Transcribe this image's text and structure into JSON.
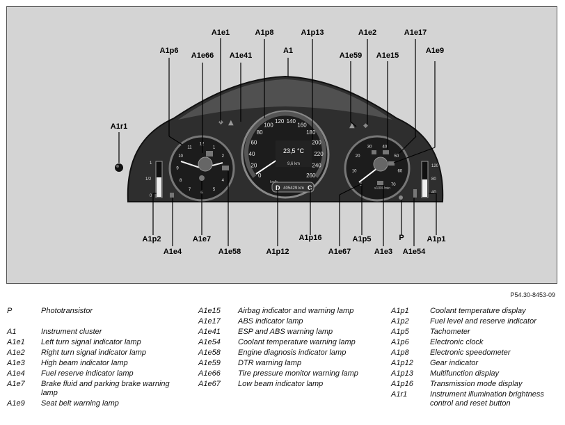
{
  "callouts": {
    "A1e1": "A1e1",
    "A1p8": "A1p8",
    "A1p13": "A1p13",
    "A1e2": "A1e2",
    "A1e17": "A1e17",
    "A1p6": "A1p6",
    "A1e66": "A1e66",
    "A1e41": "A1e41",
    "A1": "A1",
    "A1e59": "A1e59",
    "A1e15": "A1e15",
    "A1e9": "A1e9",
    "A1r1": "A1r1",
    "A1p2": "A1p2",
    "A1e7": "A1e7",
    "A1p16": "A1p16",
    "A1p5": "A1p5",
    "P": "P",
    "A1p1": "A1p1",
    "A1e4": "A1e4",
    "A1e58": "A1e58",
    "A1p12": "A1p12",
    "A1e67": "A1e67",
    "A1e3": "A1e3",
    "A1e54": "A1e54"
  },
  "cluster": {
    "temperature": "23,5 °C",
    "range": "9,6 km",
    "odometer": "405429 km",
    "gear_left": "D",
    "gear_right": "C",
    "speedometer_unit": "km/h",
    "tachometer_unit": "x1000/min",
    "speed_ticks": [
      "0",
      "20",
      "40",
      "60",
      "80",
      "100",
      "120",
      "140",
      "160",
      "180",
      "200",
      "220",
      "240",
      "260"
    ],
    "tach_ticks": [
      "0",
      "10",
      "20",
      "30",
      "40",
      "50",
      "60",
      "70"
    ],
    "clock_numbers": [
      "12",
      "1",
      "2",
      "3",
      "4",
      "5",
      "6",
      "7",
      "8",
      "9",
      "10",
      "11"
    ],
    "fuel_labels": [
      "1",
      "1/2",
      "0"
    ],
    "coolant_labels": [
      "120",
      "80",
      "40"
    ]
  },
  "ref_code": "P54.30-8453-09",
  "legend": {
    "col1": [
      {
        "code": "P",
        "desc": "Phototransistor",
        "gap": true
      },
      {
        "code": "A1",
        "desc": "Instrument cluster"
      },
      {
        "code": "A1e1",
        "desc": "Left turn signal indicator lamp"
      },
      {
        "code": "A1e2",
        "desc": "Right turn signal indicator lamp"
      },
      {
        "code": "A1e3",
        "desc": "High beam indicator lamp"
      },
      {
        "code": "A1e4",
        "desc": "Fuel reserve indicator lamp"
      },
      {
        "code": "A1e7",
        "desc": "Brake fluid and parking brake warning lamp"
      },
      {
        "code": "A1e9",
        "desc": "Seat belt warning lamp"
      }
    ],
    "col2": [
      {
        "code": "A1e15",
        "desc": "Airbag indicator and warning lamp"
      },
      {
        "code": "A1e17",
        "desc": "ABS indicator lamp"
      },
      {
        "code": "A1e41",
        "desc": "ESP and ABS warning lamp"
      },
      {
        "code": "A1e54",
        "desc": "Coolant temperature warning lamp"
      },
      {
        "code": "A1e58",
        "desc": "Engine diagnosis indicator lamp"
      },
      {
        "code": "A1e59",
        "desc": "DTR warning lamp"
      },
      {
        "code": "A1e66",
        "desc": "Tire pressure monitor warning lamp"
      },
      {
        "code": "A1e67",
        "desc": "Low beam indicator lamp"
      }
    ],
    "col3": [
      {
        "code": "A1p1",
        "desc": "Coolant temperature display"
      },
      {
        "code": "A1p2",
        "desc": "Fuel level and reserve indicator"
      },
      {
        "code": "A1p5",
        "desc": "Tachometer"
      },
      {
        "code": "A1p6",
        "desc": "Electronic clock"
      },
      {
        "code": "A1p8",
        "desc": "Electronic speedometer"
      },
      {
        "code": "A1p12",
        "desc": "Gear indicator"
      },
      {
        "code": "A1p13",
        "desc": "Multifunction display"
      },
      {
        "code": "A1p16",
        "desc": "Transmission mode display"
      },
      {
        "code": "A1r1",
        "desc": "Instrument illumination brightness control and reset button"
      }
    ]
  }
}
